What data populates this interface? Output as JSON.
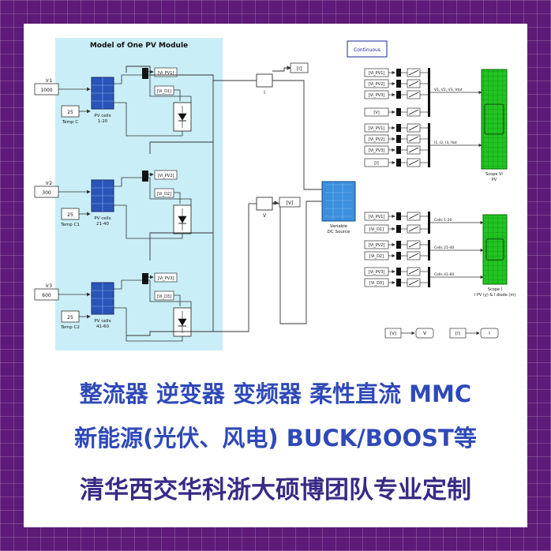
{
  "diagram": {
    "module_title": "Model of One PV Module",
    "continuous_label": "Continuous",
    "irradiance_blocks": [
      {
        "label": "Ir1",
        "value": "1000"
      },
      {
        "label": "Ir2",
        "value": "300"
      },
      {
        "label": "Ir3",
        "value": "600"
      }
    ],
    "temp_blocks": [
      {
        "value": "25",
        "label": "Temp C"
      },
      {
        "value": "25",
        "label": "Temp C1"
      },
      {
        "value": "25",
        "label": "Temp C2"
      }
    ],
    "pv_cells": [
      {
        "line1": "PV cells",
        "line2": "1-20"
      },
      {
        "line1": "PV cells",
        "line2": "21-40"
      },
      {
        "line1": "PV cells",
        "line2": "41-60"
      }
    ],
    "goto_tags": [
      {
        "top": "[Vi_PV1]",
        "bottom": "[Vi_D1]"
      },
      {
        "top": "[Vi_PV2]",
        "bottom": "[Vi_D2]"
      },
      {
        "top": "[Vi_PV3]",
        "bottom": "[Vi_D3]"
      }
    ],
    "current_sensor": {
      "symbol": "I",
      "tag": "[I]"
    },
    "voltage_sensor": {
      "symbol": "V",
      "tag": "[V]"
    },
    "dc_source": {
      "line1": "Variable",
      "line2": "DC Source"
    },
    "scope1": {
      "inputs": [
        "[Vi_PV1]",
        "[Vi_PV2]",
        "[Vi_PV3]",
        "[V]",
        "[Vi_PV1]",
        "[Vi_PV2]",
        "[Vi_PV3]",
        "[I]"
      ],
      "mux_labels": [
        "V1, V2, V3, Vtot",
        "I1, I2, I3, Itot"
      ],
      "name_line1": "Scope Vi",
      "name_line2": "PV"
    },
    "scope2": {
      "inputs": [
        "[Vi_PV1]",
        "[Vi_D1]",
        "[Vi_PV2]",
        "[Vi_D2]",
        "[Vi_PV3]",
        "[Vi_D3]"
      ],
      "mux_labels": [
        "Cells 1-20",
        "Cells 21-40",
        "Cells 41-60"
      ],
      "name_line1": "Scope I",
      "name_line2": "I PV (y) & I diode (m)"
    },
    "bottom_tags": [
      {
        "from": "[V]",
        "to": "V"
      },
      {
        "from": "[I]",
        "to": "I"
      }
    ]
  },
  "caption": {
    "line1": "整流器 逆变器 变频器 柔性直流 MMC",
    "line2": "新能源(光伏、风电)  BUCK/BOOST等",
    "line3": "清华西交华科浙大硕博团队专业定制"
  },
  "colors": {
    "frame": "#5e1a78",
    "module_bg": "#c9eef7",
    "scope": "#22c422",
    "caption_blue": "#2f49b8",
    "caption_dark": "#3a2a86"
  }
}
